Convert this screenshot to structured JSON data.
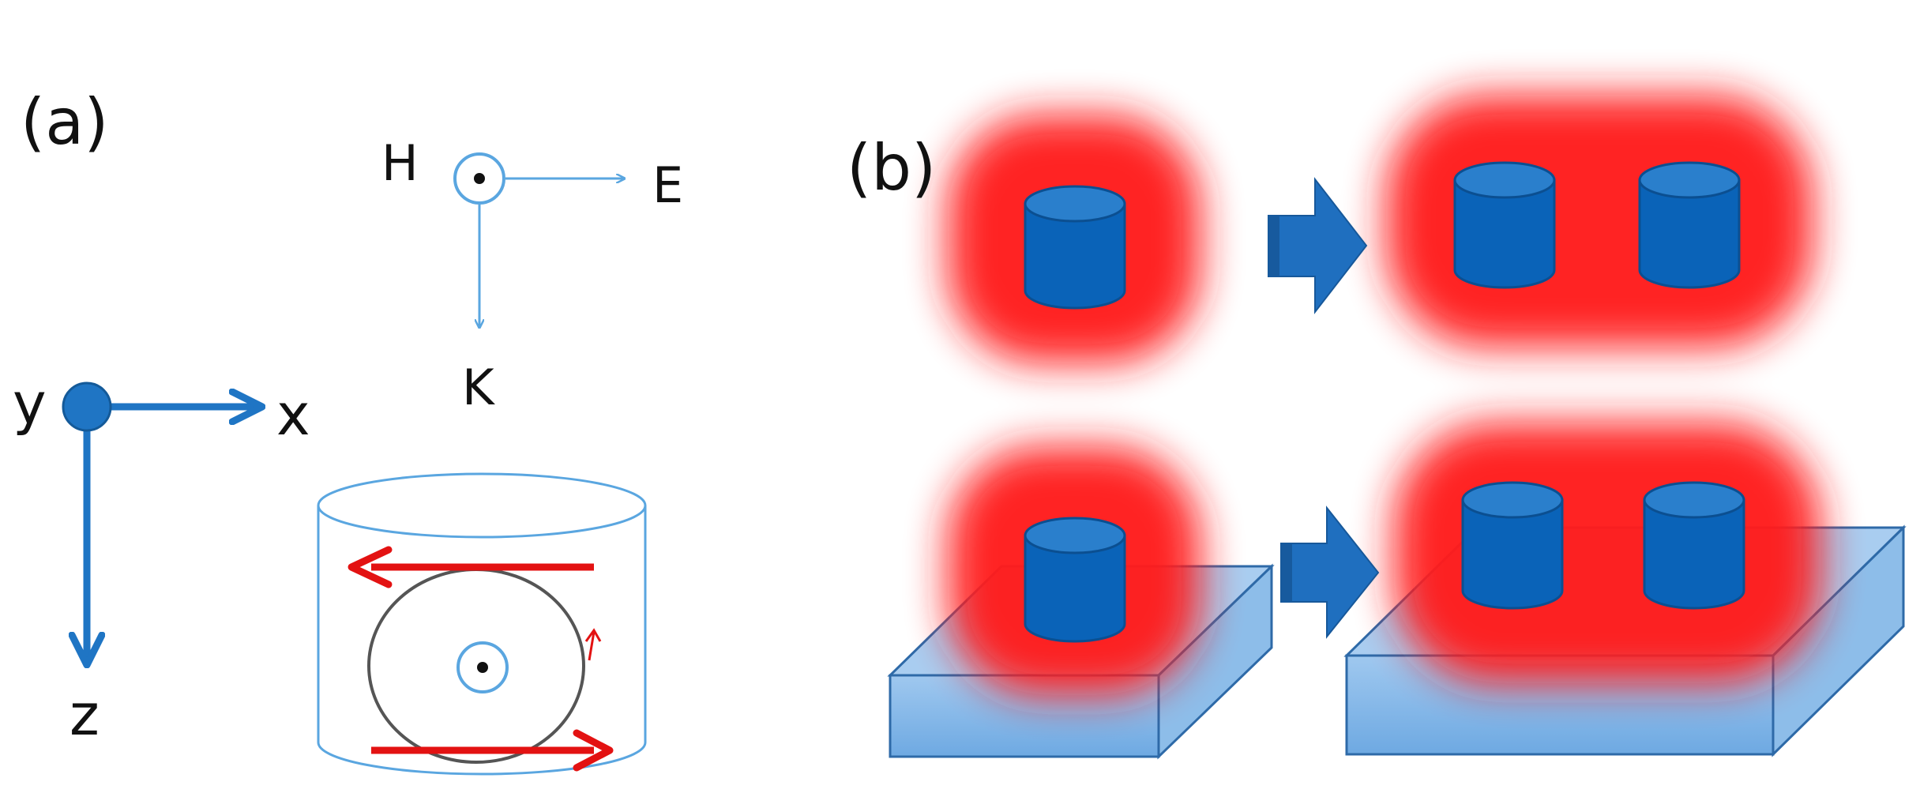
{
  "panel_a": {
    "label": "(a)",
    "field_axes": {
      "h": "H",
      "e": "E",
      "k": "K"
    },
    "coord_axes": {
      "y": "y",
      "x": "x",
      "z": "z"
    }
  },
  "panel_b": {
    "label": "(b)"
  },
  "colors": {
    "cylinder": "#0a63b8",
    "cylinder_top": "#2a7fcc",
    "field_glow": "#ff1a1a",
    "current_arrow": "#e31212",
    "axis_blue": "#1f75c4",
    "thin_blue": "#5aa6e0",
    "substrate": "#7fb4e6",
    "step_arrow": "#1f6fbf"
  }
}
